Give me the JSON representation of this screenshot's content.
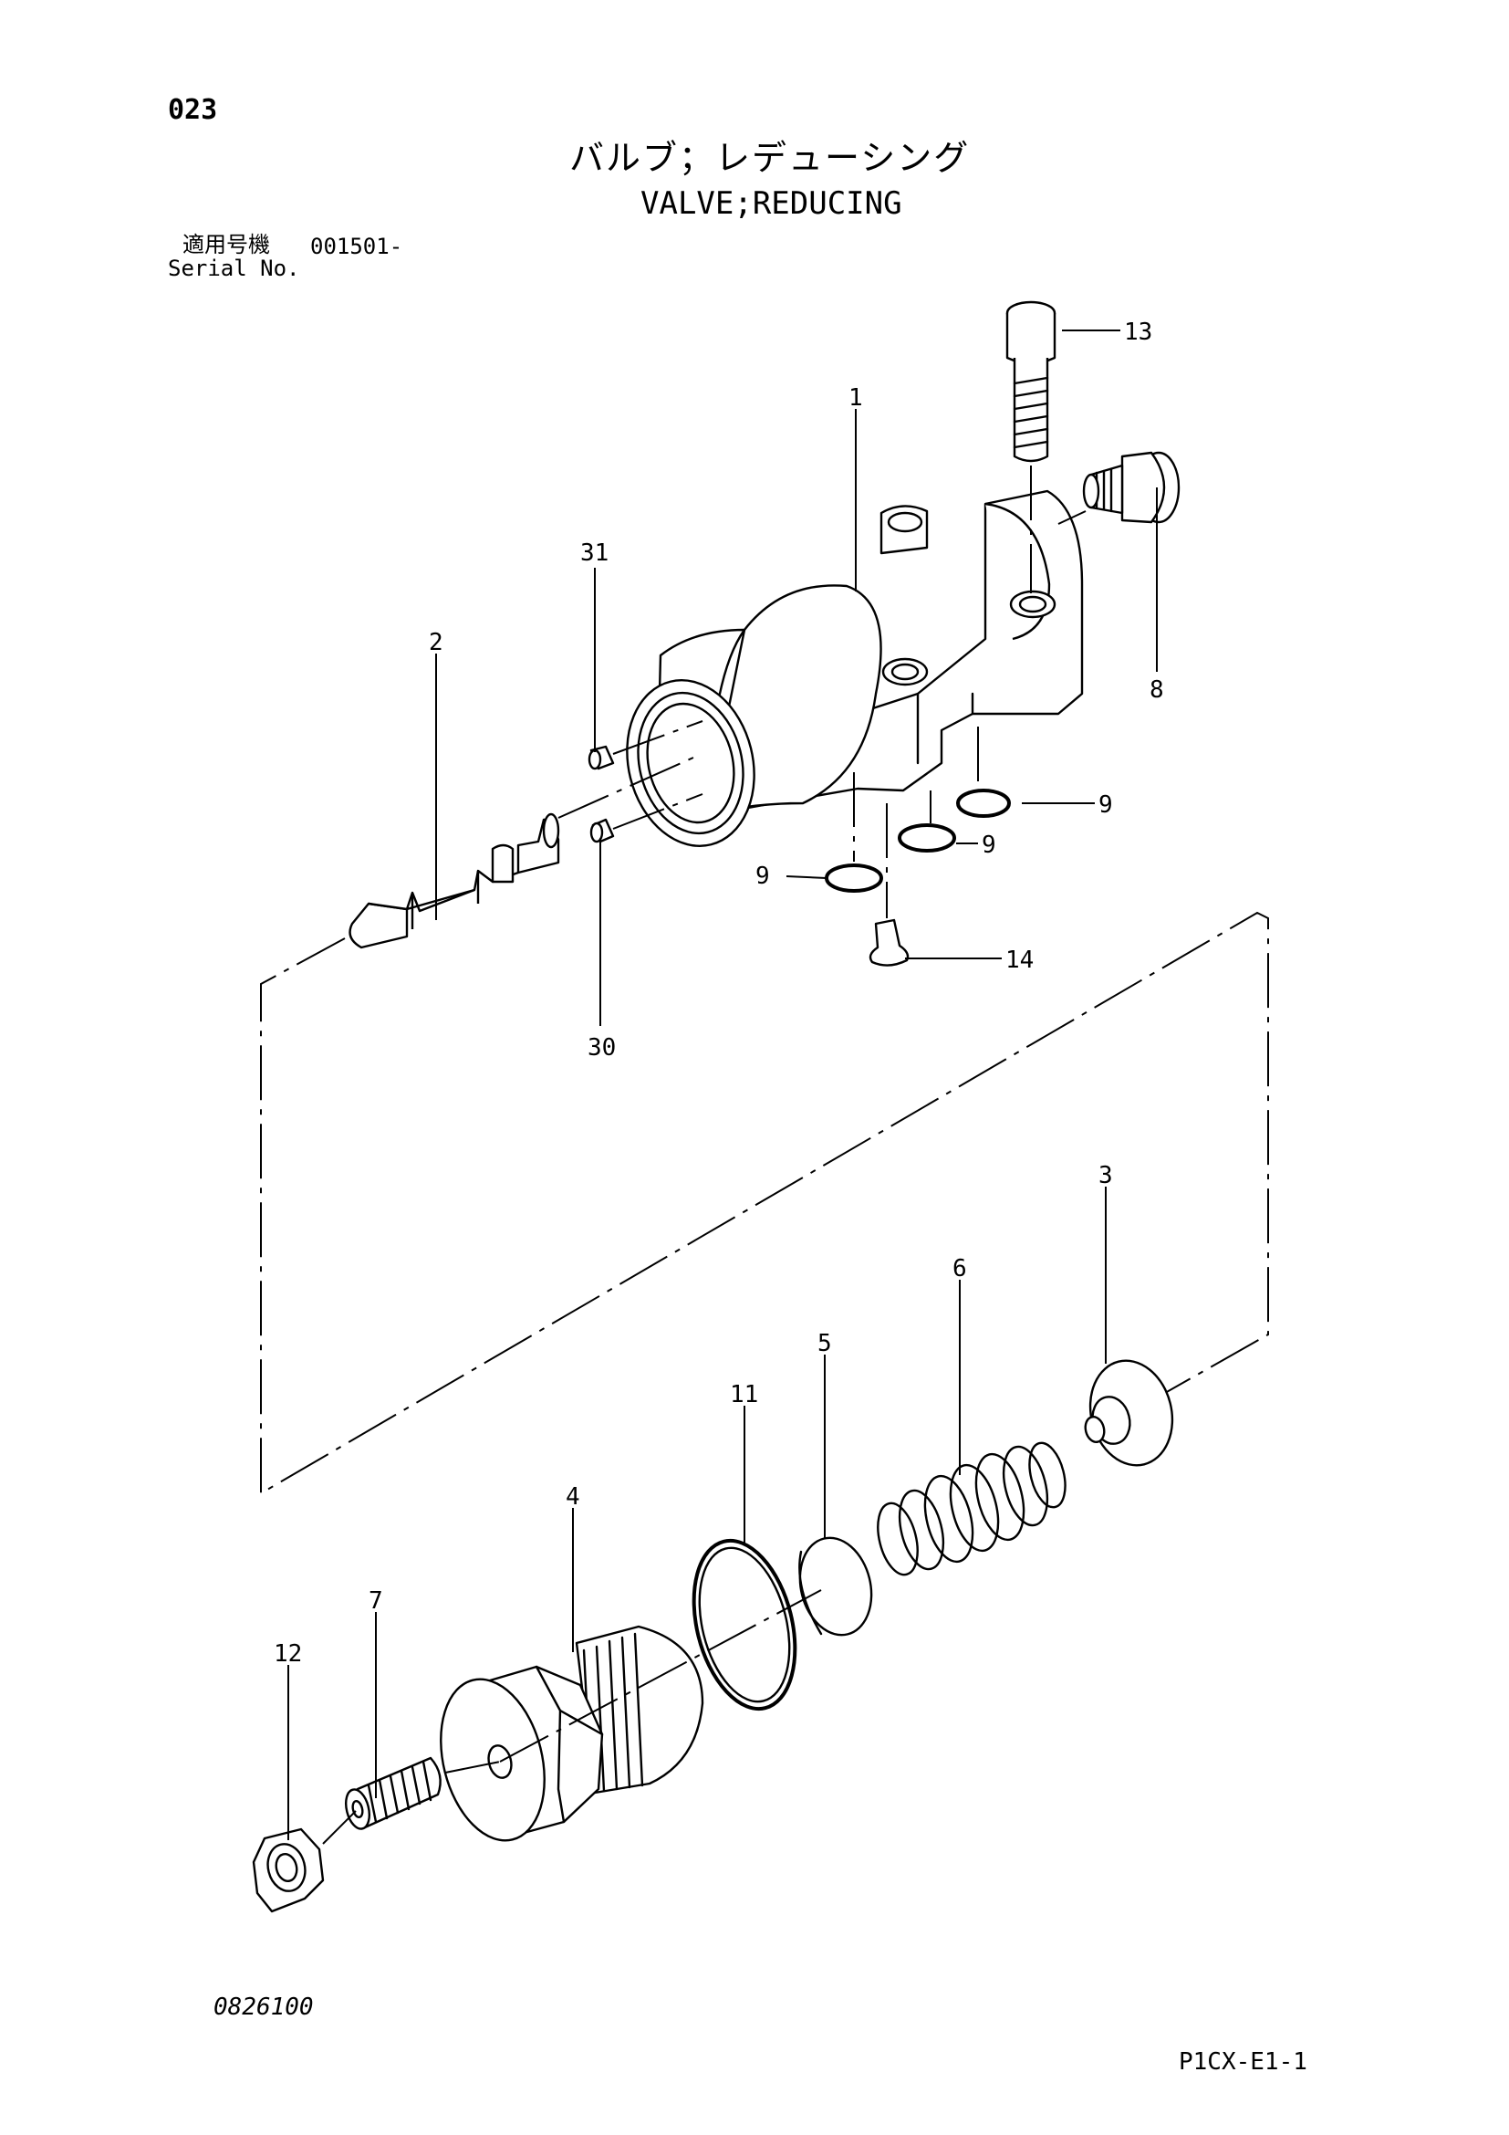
{
  "header": {
    "page_no": "023",
    "title_jp": "バルブ；レデューシング",
    "title_en": "VALVE;REDUCING",
    "serial_label_jp": "適用号機",
    "serial_number": "001501-",
    "serial_label_en": "Serial No."
  },
  "callouts": [
    {
      "id": "1",
      "label": "1"
    },
    {
      "id": "2",
      "label": "2"
    },
    {
      "id": "3",
      "label": "3"
    },
    {
      "id": "4",
      "label": "4"
    },
    {
      "id": "5",
      "label": "5"
    },
    {
      "id": "6",
      "label": "6"
    },
    {
      "id": "7",
      "label": "7"
    },
    {
      "id": "8",
      "label": "8"
    },
    {
      "id": "9a",
      "label": "9"
    },
    {
      "id": "9b",
      "label": "9"
    },
    {
      "id": "9c",
      "label": "9"
    },
    {
      "id": "11",
      "label": "11"
    },
    {
      "id": "12",
      "label": "12"
    },
    {
      "id": "13",
      "label": "13"
    },
    {
      "id": "14",
      "label": "14"
    },
    {
      "id": "30",
      "label": "30"
    },
    {
      "id": "31",
      "label": "31"
    }
  ],
  "footer": {
    "drawing_no": "0826100",
    "sheet_code": "P1CX-E1-1"
  }
}
